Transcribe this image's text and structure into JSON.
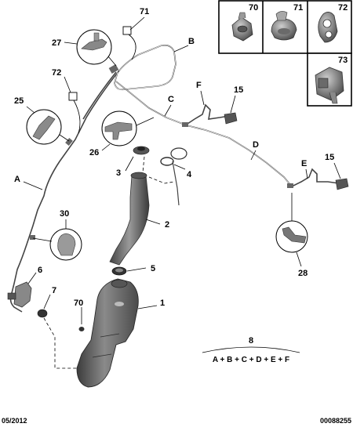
{
  "footer": {
    "date": "05/2012",
    "ref": "00088255"
  },
  "formula": {
    "text": "A + B + C + D + E + F",
    "number": "8"
  },
  "inset_labels": [
    "70",
    "71",
    "72",
    "73"
  ],
  "parts": {
    "p1": "1",
    "p2": "2",
    "p3": "3",
    "p4": "4",
    "p5": "5",
    "p6": "6",
    "p7": "7",
    "p8": "8",
    "p15a": "15",
    "p15b": "15",
    "p25": "25",
    "p26": "26",
    "p27": "27",
    "p28": "28",
    "p30": "30",
    "p70": "70",
    "p71": "71",
    "p72": "72"
  },
  "hose_labels": {
    "A": "A",
    "B": "B",
    "C": "C",
    "D": "D",
    "E": "E",
    "F": "F"
  },
  "colors": {
    "line": "#000000",
    "part": "#6b6b6b",
    "part_dark": "#3f3f3f",
    "background": "#ffffff"
  }
}
